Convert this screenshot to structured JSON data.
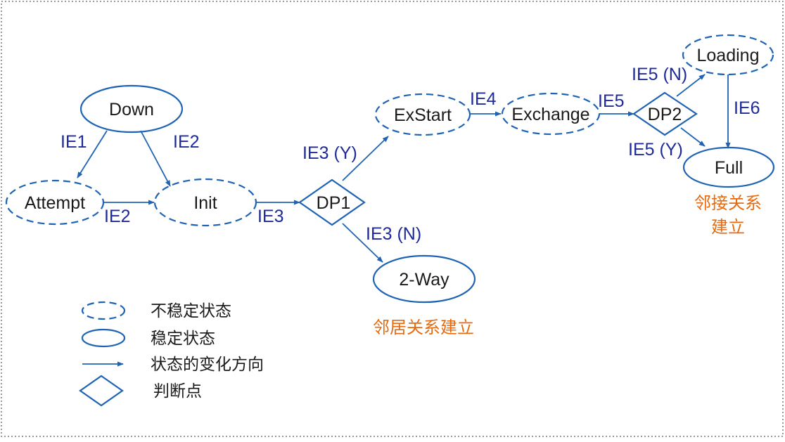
{
  "colors": {
    "stroke": "#1f63b4",
    "edge_label": "#1f2a9a",
    "node_text": "#1a1a1a",
    "annotation": "#e56a10",
    "border": "#7a7a7a",
    "background": "#ffffff"
  },
  "nodes": {
    "down": {
      "label": "Down",
      "style": "stable"
    },
    "attempt": {
      "label": "Attempt",
      "style": "unstable"
    },
    "init": {
      "label": "Init",
      "style": "unstable"
    },
    "dp1": {
      "label": "DP1",
      "style": "decision"
    },
    "exstart": {
      "label": "ExStart",
      "style": "unstable"
    },
    "exchange": {
      "label": "Exchange",
      "style": "unstable"
    },
    "dp2": {
      "label": "DP2",
      "style": "decision"
    },
    "loading": {
      "label": "Loading",
      "style": "unstable"
    },
    "full": {
      "label": "Full",
      "style": "stable"
    },
    "twoway": {
      "label": "2-Way",
      "style": "stable"
    }
  },
  "edges": [
    {
      "from": "down",
      "to": "attempt",
      "label": "IE1"
    },
    {
      "from": "down",
      "to": "init",
      "label": "IE2"
    },
    {
      "from": "attempt",
      "to": "init",
      "label": "IE2"
    },
    {
      "from": "init",
      "to": "dp1",
      "label": "IE3"
    },
    {
      "from": "dp1",
      "to": "exstart",
      "label": "IE3 (Y)"
    },
    {
      "from": "dp1",
      "to": "twoway",
      "label": "IE3 (N)"
    },
    {
      "from": "exstart",
      "to": "exchange",
      "label": "IE4"
    },
    {
      "from": "exchange",
      "to": "dp2",
      "label": "IE5"
    },
    {
      "from": "dp2",
      "to": "loading",
      "label": "IE5 (N)"
    },
    {
      "from": "dp2",
      "to": "full",
      "label": "IE5 (Y)"
    },
    {
      "from": "loading",
      "to": "full",
      "label": "IE6"
    }
  ],
  "annotations": {
    "full_line1": "邻接关系",
    "full_line2": "建立",
    "twoway": "邻居关系建立"
  },
  "legend": {
    "unstable": "不稳定状态",
    "stable": "稳定状态",
    "direction": "状态的变化方向",
    "decision": "判断点"
  }
}
